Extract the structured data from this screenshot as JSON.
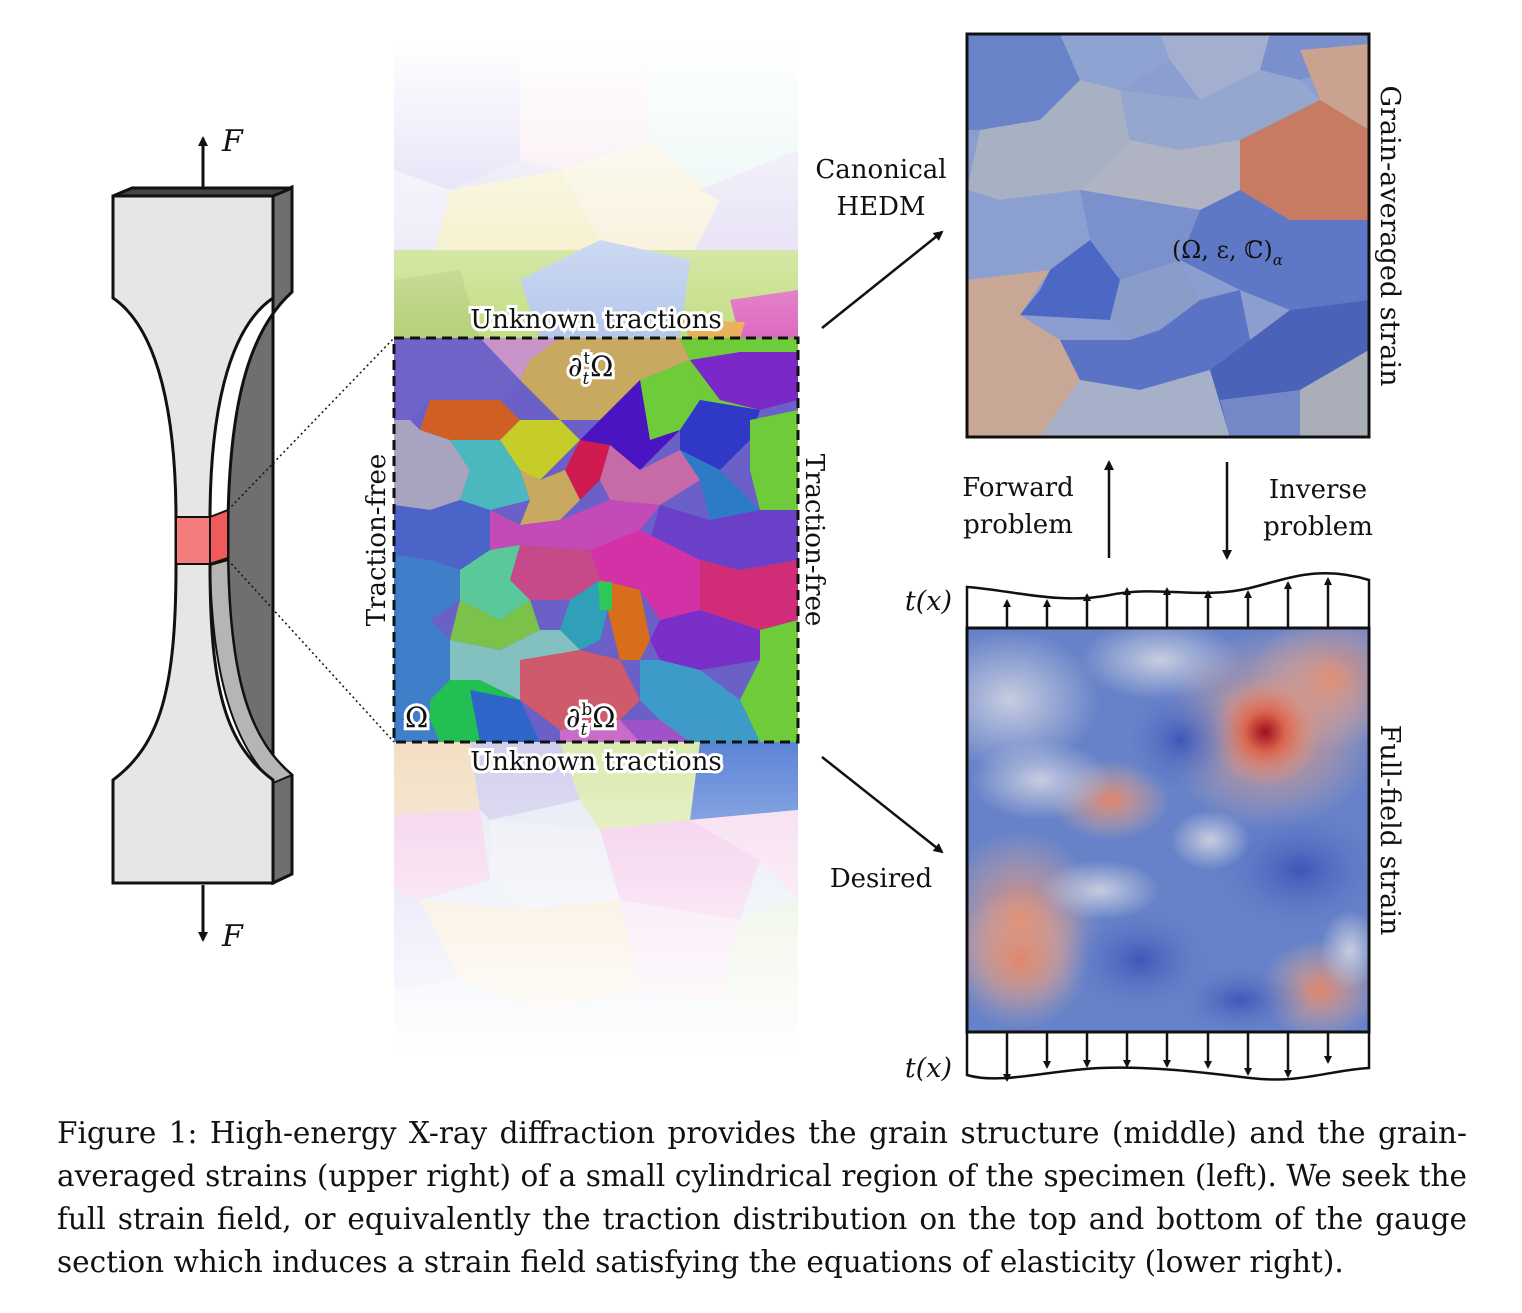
{
  "specimen": {
    "force_top": "F",
    "force_bottom": "F"
  },
  "grain_panel": {
    "top_label": "Unknown tractions",
    "bottom_label": "Unknown tractions",
    "left_label": "Traction-free",
    "right_label": "Traction-free",
    "top_boundary": "∂",
    "top_boundary_sub": "t",
    "top_boundary_sup": "t",
    "top_boundary_omega": "Ω",
    "bottom_boundary": "∂",
    "bottom_boundary_sub": "t",
    "bottom_boundary_sup": "b",
    "bottom_boundary_omega": "Ω",
    "domain_label": "Ω"
  },
  "arrows": {
    "upper_label_line1": "Canonical",
    "upper_label_line2": "HEDM",
    "lower_label": "Desired",
    "forward_line1": "Forward",
    "forward_line2": "problem",
    "inverse_line1": "Inverse",
    "inverse_line2": "problem"
  },
  "upper_right": {
    "side_label": "Grain-averaged strain",
    "tuple_label": "(Ω, ε, ℂ)",
    "tuple_sub": "α"
  },
  "lower_right": {
    "side_label": "Full-field strain",
    "traction_top": "t(x)",
    "traction_bottom": "t(x)"
  },
  "caption": {
    "prefix": "Figure 1:",
    "text": "High-energy X-ray diffraction provides the grain structure (middle) and the grain-averaged strains (upper right) of a small cylindrical region of the specimen (left). We seek the full strain field, or equivalently the traction distribution on the top and bottom of the gauge section which induces a strain field satisfying the equations of elasticity (lower right)."
  },
  "colors": {
    "specimen_face": "#e6e6e6",
    "specimen_side": "#6e6e6e",
    "gauge": "#f47c7c",
    "strain_blue": "#5a78c8",
    "strain_red": "#d9795a"
  }
}
